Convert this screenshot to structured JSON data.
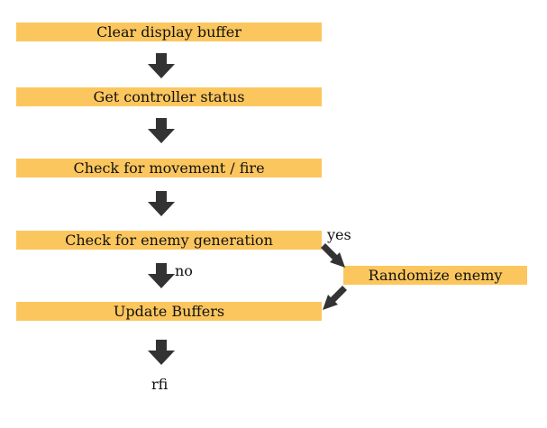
{
  "steps": {
    "clear_display": "Clear display buffer",
    "get_controller": "Get controller status",
    "check_movement": "Check for movement / fire",
    "check_enemy": "Check for enemy generation",
    "randomize_enemy": "Randomize enemy",
    "update_buffers": "Update Buffers"
  },
  "branch_labels": {
    "yes": "yes",
    "no": "no"
  },
  "end_label": "rfi",
  "colors": {
    "box_fill": "#fcc65e",
    "arrow_fill": "#333333"
  },
  "icons": [
    "down-arrow-icon",
    "diagonal-arrow-icon"
  ]
}
